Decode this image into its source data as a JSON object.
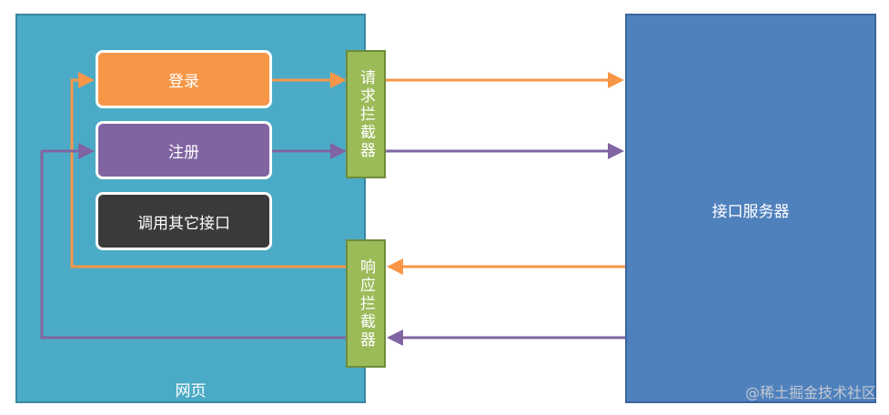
{
  "webpage": {
    "label": "网页"
  },
  "buttons": {
    "login": "登录",
    "register": "注册",
    "other_api": "调用其它接口"
  },
  "request_interceptor": {
    "label": "请求拦截器"
  },
  "response_interceptor": {
    "label": "响应拦截器"
  },
  "server": {
    "label": "接口服务器"
  },
  "watermark": "@稀土掘金技术社区",
  "colors": {
    "webpage": "#4babc6",
    "server": "#4f81bd",
    "login": "#f79646",
    "register": "#8064a2",
    "other_api": "#3a3a3a",
    "interceptor": "#9bbb59"
  }
}
